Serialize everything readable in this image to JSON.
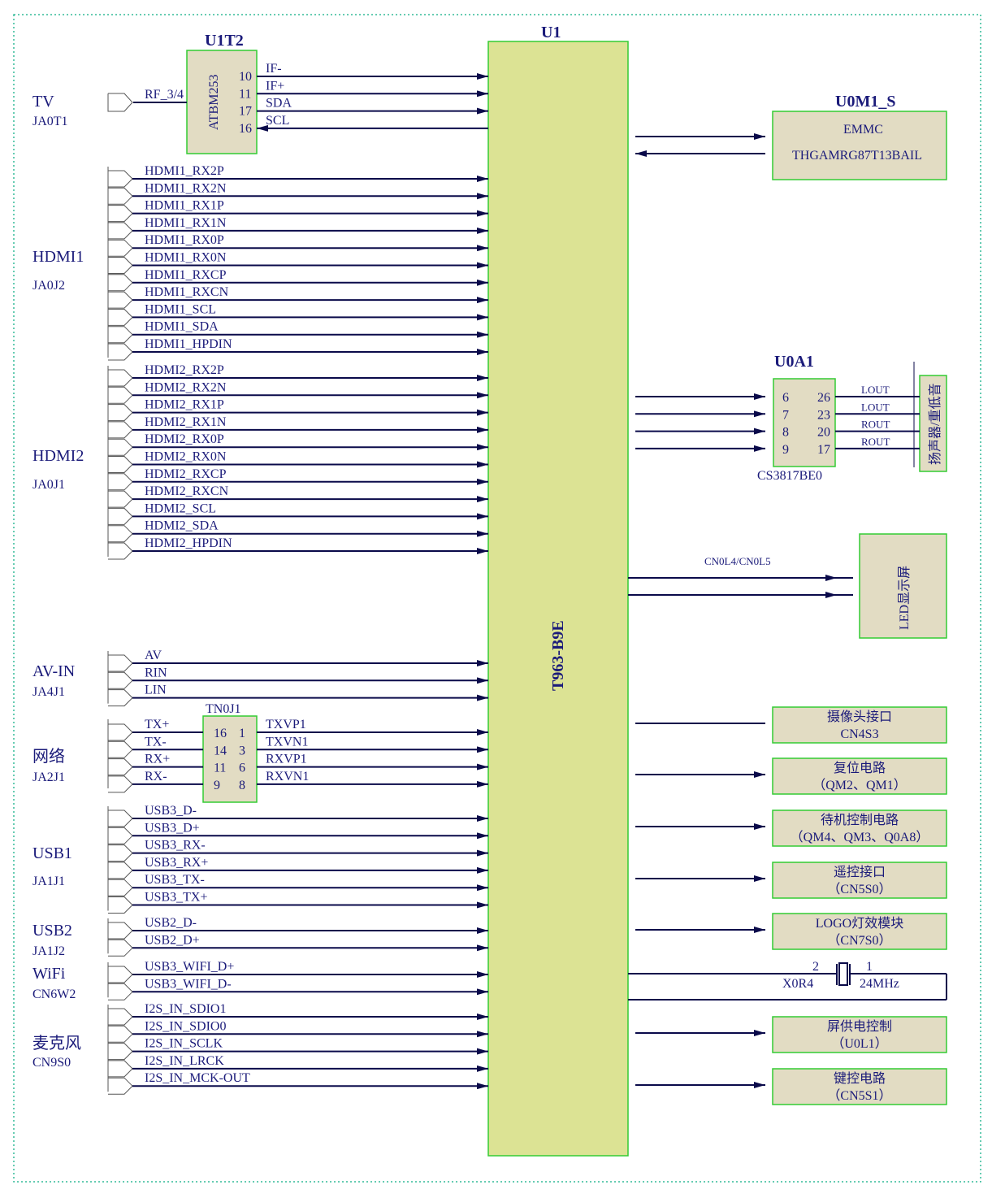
{
  "diagram": {
    "main_chip": {
      "ref": "U1",
      "part": "T963-B9E"
    },
    "tuner": {
      "ref": "U1T2",
      "part": "ATBM253",
      "rf_label": "RF_3/4",
      "pins": [
        {
          "pin": "10",
          "signal": "IF-"
        },
        {
          "pin": "11",
          "signal": "IF+"
        },
        {
          "pin": "17",
          "signal": "SDA"
        },
        {
          "pin": "16",
          "signal": "SCL"
        }
      ]
    },
    "left_groups": [
      {
        "name": "TV",
        "ref": "JA0T1"
      },
      {
        "name": "HDMI1",
        "ref": "JA0J2"
      },
      {
        "name": "HDMI2",
        "ref": "JA0J1"
      },
      {
        "name": "AV-IN",
        "ref": "JA4J1"
      },
      {
        "name": "网络",
        "ref": "JA2J1"
      },
      {
        "name": "USB1",
        "ref": "JA1J1"
      },
      {
        "name": "USB2",
        "ref": "JA1J2"
      },
      {
        "name": "WiFi",
        "ref": "CN6W2"
      },
      {
        "name": "麦克风",
        "ref": "CN9S0"
      }
    ],
    "hdmi1_signals": [
      "HDMI1_RX2P",
      "HDMI1_RX2N",
      "HDMI1_RX1P",
      "HDMI1_RX1N",
      "HDMI1_RX0P",
      "HDMI1_RX0N",
      "HDMI1_RXCP",
      "HDMI1_RXCN",
      "HDMI1_SCL",
      "HDMI1_SDA",
      "HDMI1_HPDIN"
    ],
    "hdmi2_signals": [
      "HDMI2_RX2P",
      "HDMI2_RX2N",
      "HDMI2_RX1P",
      "HDMI2_RX1N",
      "HDMI2_RX0P",
      "HDMI2_RX0N",
      "HDMI2_RXCP",
      "HDMI2_RXCN",
      "HDMI2_SCL",
      "HDMI2_SDA",
      "HDMI2_HPDIN"
    ],
    "av_signals": [
      "AV",
      "RIN",
      "LIN"
    ],
    "network": {
      "ref": "TN0J1",
      "rows": [
        {
          "in": "TX+",
          "pa": "16",
          "pb": "1",
          "out": "TXVP1"
        },
        {
          "in": "TX-",
          "pa": "14",
          "pb": "3",
          "out": "TXVN1"
        },
        {
          "in": "RX+",
          "pa": "11",
          "pb": "6",
          "out": "RXVP1"
        },
        {
          "in": "RX-",
          "pa": "9",
          "pb": "8",
          "out": "RXVN1"
        }
      ]
    },
    "usb1_signals": [
      "USB3_D-",
      "USB3_D+",
      "USB3_RX-",
      "USB3_RX+",
      "USB3_TX-",
      "USB3_TX+"
    ],
    "usb2_signals": [
      "USB2_D-",
      "USB2_D+"
    ],
    "wifi_signals": [
      "USB3_WIFI_D+",
      "USB3_WIFI_D-"
    ],
    "mic_signals": [
      "I2S_IN_SDIO1",
      "I2S_IN_SDIO0",
      "I2S_IN_SCLK",
      "I2S_IN_LRCK",
      "I2S_IN_MCK-OUT"
    ],
    "emmc": {
      "ref": "U0M1_S",
      "line1": "EMMC",
      "line2": "THGAMRG87T13BAIL"
    },
    "amp": {
      "ref": "U0A1",
      "part": "CS3817BE0",
      "rows": [
        {
          "pa": "6",
          "pb": "26",
          "out": "LOUT"
        },
        {
          "pa": "7",
          "pb": "23",
          "out": "LOUT"
        },
        {
          "pa": "8",
          "pb": "20",
          "out": "ROUT"
        },
        {
          "pa": "9",
          "pb": "17",
          "out": "ROUT"
        }
      ],
      "speaker": "扬声器/重低音"
    },
    "led": {
      "conn": "CN0L4/CN0L5",
      "label": "LED显示屏"
    },
    "right_boxes": [
      {
        "line1": "摄像头接口",
        "line2": "CN4S3"
      },
      {
        "line1": "复位电路",
        "line2": "（QM2、QM1）"
      },
      {
        "line1": "待机控制电路",
        "line2": "（QM4、QM3、Q0A8）"
      },
      {
        "line1": "遥控接口",
        "line2": "（CN5S0）"
      },
      {
        "line1": "LOGO灯效模块",
        "line2": "（CN7S0）"
      },
      {
        "line1": "屏供电控制",
        "line2": "（U0L1）"
      },
      {
        "line1": "键控电路",
        "line2": "（CN5S1）"
      }
    ],
    "crystal": {
      "ref": "X0R4",
      "freq": "24MHz",
      "pin_left": "2",
      "pin_right": "1"
    }
  }
}
